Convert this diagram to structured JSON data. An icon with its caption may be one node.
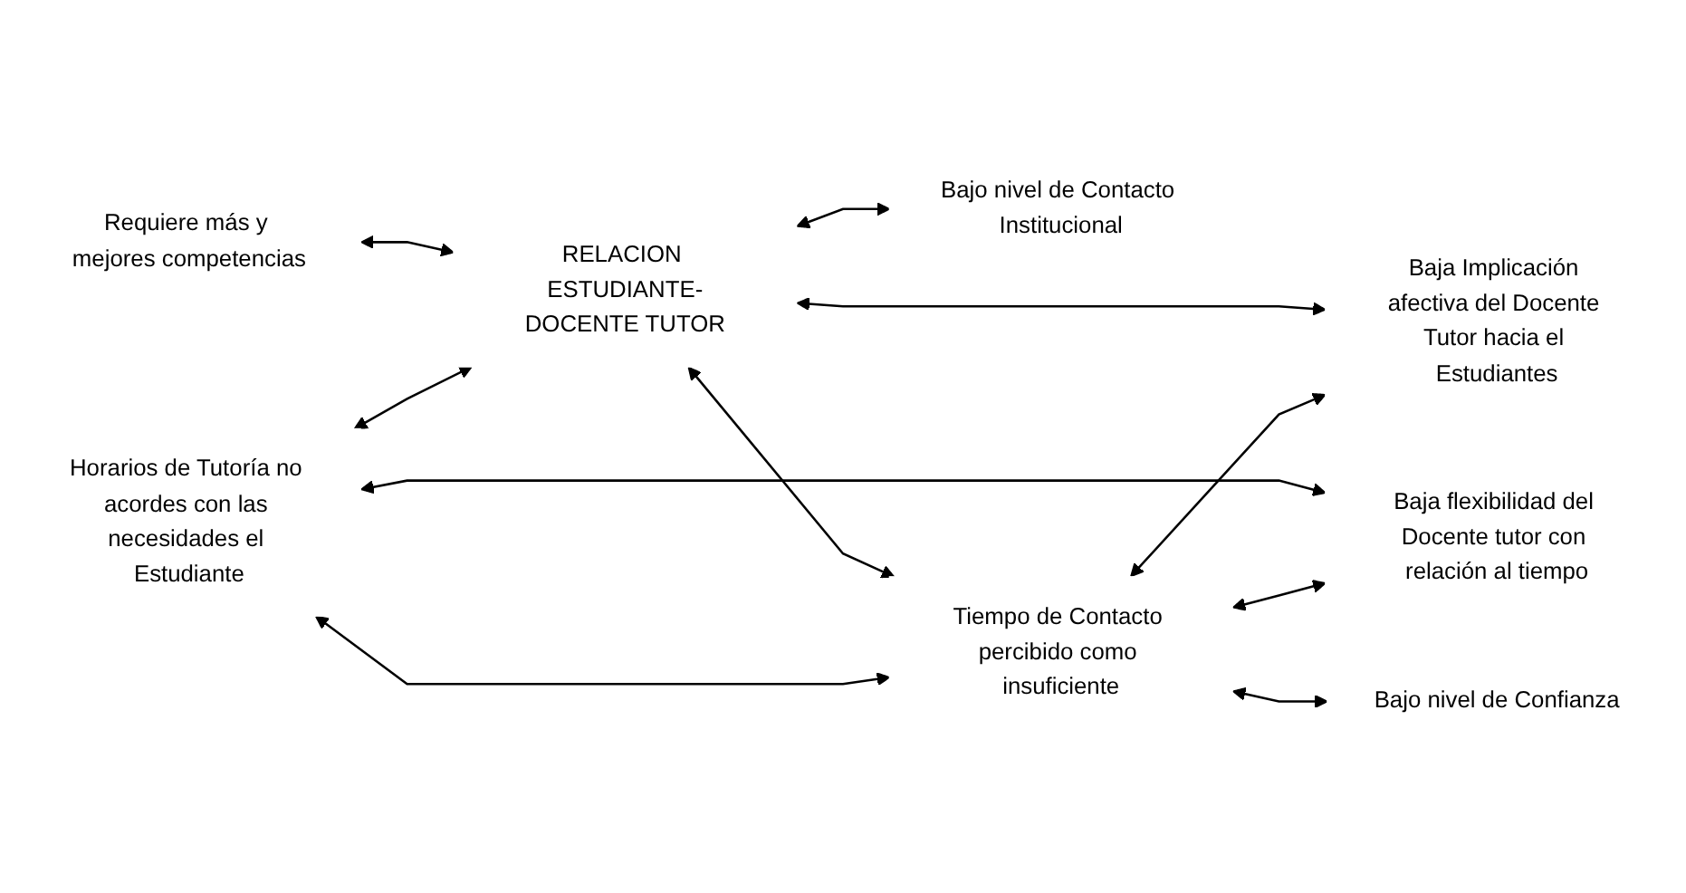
{
  "diagram": {
    "nodes": [
      {
        "text": [
          "Requiere más y mejores competencias"
        ]
      },
      {
        "text": [
          "Bajo nivel de Contacto Institucional"
        ]
      },
      {
        "text": [
          "RELACION ESTUDIANTE-DOCENTE TUTOR"
        ]
      },
      {
        "text": [
          "Baja Implicación afectiva del Docente Tutor hacia el Estudiantes"
        ]
      },
      {
        "text": [
          "Horarios de Tutoría no acordes con las necesidades el Estudiante"
        ]
      },
      {
        "text": [
          "Tiempo de Contacto percibido como insuficiente"
        ]
      },
      {
        "text": [
          "Bajo nivel de Confianza"
        ]
      },
      {
        "text": [
          "Baja flexibilidad del Docente tutor con relación al tiempo"
        ]
      }
    ],
    "edges": [
      {
        "from": 0,
        "to": 2,
        "arrow": "both"
      },
      {
        "from": 2,
        "to": 1,
        "arrow": "both"
      },
      {
        "from": 2,
        "to": 3,
        "arrow": "both"
      },
      {
        "from": 4,
        "to": 2,
        "arrow": "both"
      },
      {
        "from": 2,
        "to": 5,
        "arrow": "both"
      },
      {
        "from": 4,
        "to": 5,
        "arrow": "both"
      },
      {
        "from": 4,
        "to": 7,
        "arrow": "both"
      },
      {
        "from": 5,
        "to": 7,
        "arrow": "both"
      },
      {
        "from": 5,
        "to": 3,
        "arrow": "both"
      },
      {
        "from": 5,
        "to": 6,
        "arrow": "both"
      }
    ]
  }
}
